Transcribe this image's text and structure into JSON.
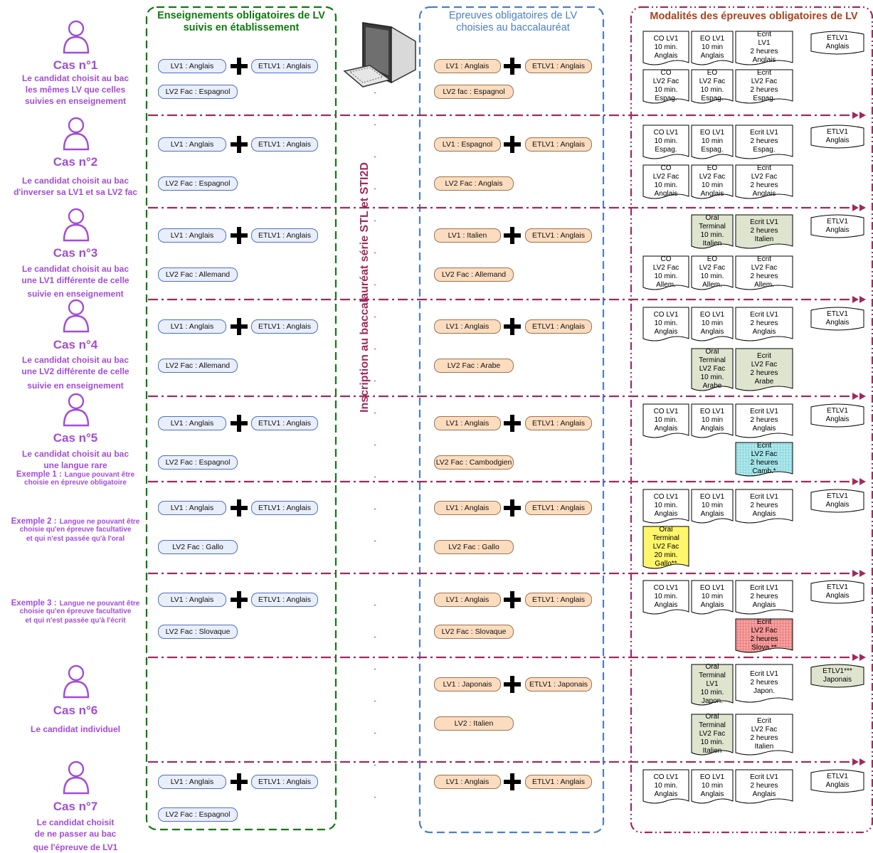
{
  "headers": {
    "enseignements": "Enseignements obligatoires de LV\nsuivis en établissement",
    "epreuves": "Epreuves obligatoires de LV\nchoisies au baccalauréat",
    "modalites": "Modalités des épreuves obligatoires de LV"
  },
  "vertical_label": "Inscription au baccalauréat série STL et STI2D",
  "colors": {
    "case_text": "#a24cd6",
    "header_green": "#0f7a0f",
    "header_blue": "#4a7fc7",
    "header_red": "#a8401e",
    "separator": "#a02a5c",
    "pill_blue_fill": "#e9eefb",
    "pill_orange_fill": "#fcdcbf",
    "box_green_fill": "#dfe4cf",
    "box_cyan_fill": "#aee8ec",
    "box_yellow_fill": "#fff66b",
    "box_red_fill": "#f6a2a2"
  },
  "icons": {
    "person": "person-icon",
    "computer": "computer-icon"
  },
  "cases": [
    {
      "title": "Cas n°1",
      "desc": [
        "Le candidat choisit au bac",
        "les mêmes LV que celles",
        "suivies en enseignement"
      ]
    },
    {
      "title": "Cas n°2",
      "desc": [
        "Le candidat choisit  au bac",
        "d'inverser sa LV1 et sa LV2 fac"
      ]
    },
    {
      "title": "Cas n°3",
      "desc": [
        "Le candidat choisit au bac",
        "une LV1 différente de celle",
        "suivie en enseignement"
      ]
    },
    {
      "title": "Cas n°4",
      "desc": [
        "Le candidat choisit au bac",
        "une LV2 différente de celle",
        "suivie en enseignement"
      ]
    },
    {
      "title": "Cas n°5",
      "desc": [
        "Le candidat choisit au bac",
        "une langue rare"
      ]
    },
    {
      "title": "Cas n°6",
      "desc": [
        "Le candidat individuel"
      ]
    },
    {
      "title": "Cas n°7",
      "desc": [
        "Le candidat choisit",
        "de ne passer au bac",
        "que l'épreuve de LV1"
      ]
    }
  ],
  "examples": [
    {
      "label": "Exemple 1 :",
      "text": [
        "Langue pouvant être",
        "choisie en épreuve obligatoire"
      ]
    },
    {
      "label": "Exemple 2 :",
      "text": [
        "Langue ne pouvant être",
        "choisie qu'en épreuve facultative",
        "et qui n'est passée qu'à l'oral"
      ]
    },
    {
      "label": "Exemple 3 :",
      "text": [
        "Langue ne pouvant être",
        "choisie qu'en épreuve facultative",
        "et qui n'est passée qu'à l'écrit"
      ]
    }
  ],
  "rows": [
    {
      "ens": [
        "LV1 : Anglais",
        "ETLV1 : Anglais",
        "LV2 Fac : Espagnol"
      ],
      "ep": [
        "LV1 : Anglais",
        "ETLV1 : Anglais",
        "LV2 fac : Espagnol"
      ]
    },
    {
      "ens": [
        "LV1 : Anglais",
        "ETLV1 : Anglais",
        "LV2 Fac : Espagnol"
      ],
      "ep": [
        "LV1 : Espagnol",
        "ETLV1 : Anglais",
        "LV2 Fac : Anglais"
      ]
    },
    {
      "ens": [
        "LV1 : Anglais",
        "ETLV1 : Anglais",
        "LV2 Fac : Allemand"
      ],
      "ep": [
        "LV1 : Italien",
        "ETLV1 : Anglais",
        "LV2 Fac : Allemand"
      ]
    },
    {
      "ens": [
        "LV1 : Anglais",
        "ETLV1 : Anglais",
        "LV2 Fac : Allemand"
      ],
      "ep": [
        "LV1 : Anglais",
        "ETLV1 : Anglais",
        "LV2 Fac : Arabe"
      ]
    },
    {
      "ens": [
        "LV1 : Anglais",
        "ETLV1 : Anglais",
        "LV2 Fac : Espagnol"
      ],
      "ep": [
        "LV1 : Anglais",
        "ETLV1 : Anglais",
        "LV2 Fac : Cambodgien"
      ]
    },
    {
      "ens": [
        "LV1 : Anglais",
        "ETLV1 : Anglais",
        "LV2 Fac : Gallo"
      ],
      "ep": [
        "LV1 : Anglais",
        "ETLV1 : Anglais",
        "LV2 Fac : Gallo"
      ]
    },
    {
      "ens": [
        "LV1 : Anglais",
        "ETLV1 : Anglais",
        "LV2 Fac : Slovaque"
      ],
      "ep": [
        "LV1 : Anglais",
        "ETLV1 : Anglais",
        "LV2 Fac : Slovaque"
      ]
    },
    {
      "ens": [],
      "ep": [
        "LV1 : Japonais",
        "ETLV1 : Japonais",
        "LV2 : Italien"
      ]
    },
    {
      "ens": [
        "LV1 : Anglais",
        "ETLV1 : Anglais",
        "LV2 Fac : Espagnol"
      ],
      "ep": [
        "LV1 : Anglais",
        "ETLV1 : Anglais"
      ]
    }
  ],
  "modalites": [
    {
      "row": 0,
      "boxes": [
        {
          "slot": "a",
          "style": "white",
          "text": "CO LV1\n10 min.\nAnglais"
        },
        {
          "slot": "b",
          "style": "white",
          "text": "EO LV1\n10 min\nAnglais"
        },
        {
          "slot": "c",
          "style": "white",
          "text": "Ecrit\nLV1\n2 heures\nAnglais"
        },
        {
          "slot": "d",
          "style": "white",
          "text": "ETLV1\nAnglais"
        },
        {
          "slot": "a2",
          "style": "white",
          "text": "CO\nLV2 Fac\n10 min.\nEspag."
        },
        {
          "slot": "b2",
          "style": "white",
          "text": "EO\nLV2 Fac\n10 min.\nEspag."
        },
        {
          "slot": "c2",
          "style": "white",
          "text": "Ecrit\nLV2 Fac\n2 heures\nEspag."
        }
      ]
    },
    {
      "row": 1,
      "boxes": [
        {
          "slot": "a",
          "style": "white",
          "text": "CO LV1\n10 min.\nEspag."
        },
        {
          "slot": "b",
          "style": "white",
          "text": "EO LV1\n10 min\nEspag."
        },
        {
          "slot": "c",
          "style": "white",
          "text": "Ecrit LV1\n2 heures\nEspag."
        },
        {
          "slot": "d",
          "style": "white",
          "text": "ETLV1\nAnglais"
        },
        {
          "slot": "a2",
          "style": "white",
          "text": "CO\nLV2 Fac\n10 min.\nAnglais"
        },
        {
          "slot": "b2",
          "style": "white",
          "text": "EO\nLV2 Fac\n10 min\nAnglais"
        },
        {
          "slot": "c2",
          "style": "white",
          "text": "Ecrit\nLV2 Fac\n2 heures\nAnglais"
        }
      ]
    },
    {
      "row": 2,
      "boxes": [
        {
          "slot": "b",
          "style": "green",
          "text": "Oral\nTerminal\n10 min.\nItalien"
        },
        {
          "slot": "c",
          "style": "green",
          "text": "Ecrit LV1\n2 heures\nItalien"
        },
        {
          "slot": "d",
          "style": "white",
          "text": "ETLV1\nAnglais"
        },
        {
          "slot": "a2",
          "style": "white",
          "text": "CO\nLV2 Fac\n10 min.\nAllem."
        },
        {
          "slot": "b2",
          "style": "white",
          "text": "EO\nLV2 Fac\n10 min.\nAllem."
        },
        {
          "slot": "c2",
          "style": "white",
          "text": "Ecrit\nLV2 Fac\n2 heures\nAllem."
        }
      ]
    },
    {
      "row": 3,
      "boxes": [
        {
          "slot": "a",
          "style": "white",
          "text": "CO LV1\n10 min.\nAnglais"
        },
        {
          "slot": "b",
          "style": "white",
          "text": "EO LV1\n10 min\nAnglais"
        },
        {
          "slot": "c",
          "style": "white",
          "text": "Ecrit LV1\n2 heures\nAnglais"
        },
        {
          "slot": "d",
          "style": "white",
          "text": "ETLV1\nAnglais"
        },
        {
          "slot": "b2",
          "style": "green",
          "text": "Oral\nTerminal\nLV2 Fac\n10 min.\nArabe"
        },
        {
          "slot": "c2",
          "style": "green",
          "text": "Ecrit\nLV2 Fac\n2 heures\nArabe"
        }
      ]
    },
    {
      "row": 4,
      "boxes": [
        {
          "slot": "a",
          "style": "white",
          "text": "CO LV1\n10 min.\nAnglais"
        },
        {
          "slot": "b",
          "style": "white",
          "text": "EO LV1\n10 min\nAnglais"
        },
        {
          "slot": "c",
          "style": "white",
          "text": "Ecrit LV1\n2 heures\nAnglais"
        },
        {
          "slot": "d",
          "style": "white",
          "text": "ETLV1\nAnglais"
        },
        {
          "slot": "c2",
          "style": "cyan",
          "text": "Ecrit\nLV2 Fac\n2 heures\nCamb.*"
        }
      ]
    },
    {
      "row": 5,
      "boxes": [
        {
          "slot": "a",
          "style": "white",
          "text": "CO LV1\n10 min.\nAnglais"
        },
        {
          "slot": "b",
          "style": "white",
          "text": "EO LV1\n10 min\nAnglais"
        },
        {
          "slot": "c",
          "style": "white",
          "text": "Ecrit LV1\n2 heures\nAnglais"
        },
        {
          "slot": "d",
          "style": "white",
          "text": "ETLV1\nAnglais"
        },
        {
          "slot": "a2",
          "style": "yellow",
          "text": "Oral\nTerminal\nLV2 Fac\n20 min.\nGallo**"
        }
      ]
    },
    {
      "row": 6,
      "boxes": [
        {
          "slot": "a",
          "style": "white",
          "text": "CO LV1\n10 min.\nAnglais"
        },
        {
          "slot": "b",
          "style": "white",
          "text": "EO LV1\n10 min\nAnglais"
        },
        {
          "slot": "c",
          "style": "white",
          "text": "Ecrit LV1\n2 heures\nAnglais"
        },
        {
          "slot": "d",
          "style": "white",
          "text": "ETLV1\nAnglais"
        },
        {
          "slot": "c2",
          "style": "red",
          "text": "Ecrit\nLV2 Fac\n2 heures\nSlova.**"
        }
      ]
    },
    {
      "row": 7,
      "boxes": [
        {
          "slot": "b",
          "style": "green",
          "text": "Oral\nTerminal\nLV1\n10 min.\nJapon."
        },
        {
          "slot": "c",
          "style": "white",
          "text": "Ecrit LV1\n2 heures\nJapon."
        },
        {
          "slot": "d",
          "style": "green",
          "text": "ETLV1***\nJaponais"
        },
        {
          "slot": "b2",
          "style": "green",
          "text": "Oral\nTerminal\nLV2 Fac\n10 min.\nItalien"
        },
        {
          "slot": "c2",
          "style": "white",
          "text": "Ecrit\nLV2 Fac\n2 heures\nItalien"
        }
      ]
    },
    {
      "row": 8,
      "boxes": [
        {
          "slot": "a",
          "style": "white",
          "text": "CO LV1\n10 min.\nAnglais"
        },
        {
          "slot": "b",
          "style": "white",
          "text": "EO LV1\n10 min\nAnglais"
        },
        {
          "slot": "c",
          "style": "white",
          "text": "Ecrit LV1\n2 heures\nAnglais"
        },
        {
          "slot": "d",
          "style": "white",
          "text": "ETLV1\nAnglais"
        }
      ]
    }
  ]
}
